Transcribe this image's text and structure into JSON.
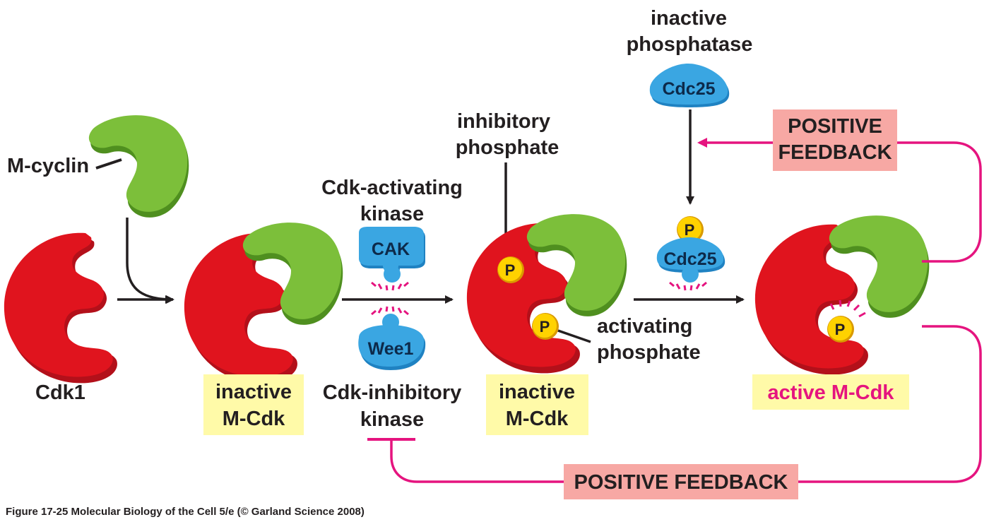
{
  "labels": {
    "m_cyclin": "M-cyclin",
    "cdk1": "Cdk1",
    "inactive_mcdk_1_line1": "inactive",
    "inactive_mcdk_1_line2": "M-Cdk",
    "cak_title_line1": "Cdk-activating",
    "cak_title_line2": "kinase",
    "cak": "CAK",
    "wee1": "Wee1",
    "wee1_title_line1": "Cdk-inhibitory",
    "wee1_title_line2": "kinase",
    "inhibitory_phosphate_line1": "inhibitory",
    "inhibitory_phosphate_line2": "phosphate",
    "activating_phosphate_line1": "activating",
    "activating_phosphate_line2": "phosphate",
    "inactive_mcdk_2_line1": "inactive",
    "inactive_mcdk_2_line2": "M-Cdk",
    "inactive_phosphatase_line1": "inactive",
    "inactive_phosphatase_line2": "phosphatase",
    "cdc25_inactive": "Cdc25",
    "cdc25_active": "Cdc25",
    "phosphate_symbol": "P",
    "active_mcdk": "active M-Cdk",
    "positive_feedback_top_line1": "POSITIVE",
    "positive_feedback_top_line2": "FEEDBACK",
    "positive_feedback_bottom": "POSITIVE FEEDBACK",
    "caption": "Figure 17-25  Molecular Biology of the Cell 5/e (© Garland Science 2008)"
  },
  "colors": {
    "cdk_red": "#e0141e",
    "cyclin_green": "#7cbf3a",
    "enzyme_blue": "#3aa6e2",
    "phosphate_yellow": "#ffd200",
    "feedback_magenta": "#e5147f",
    "state_box_yellow": "#fffaa8",
    "feedback_box_pink": "#f7a8a4"
  }
}
